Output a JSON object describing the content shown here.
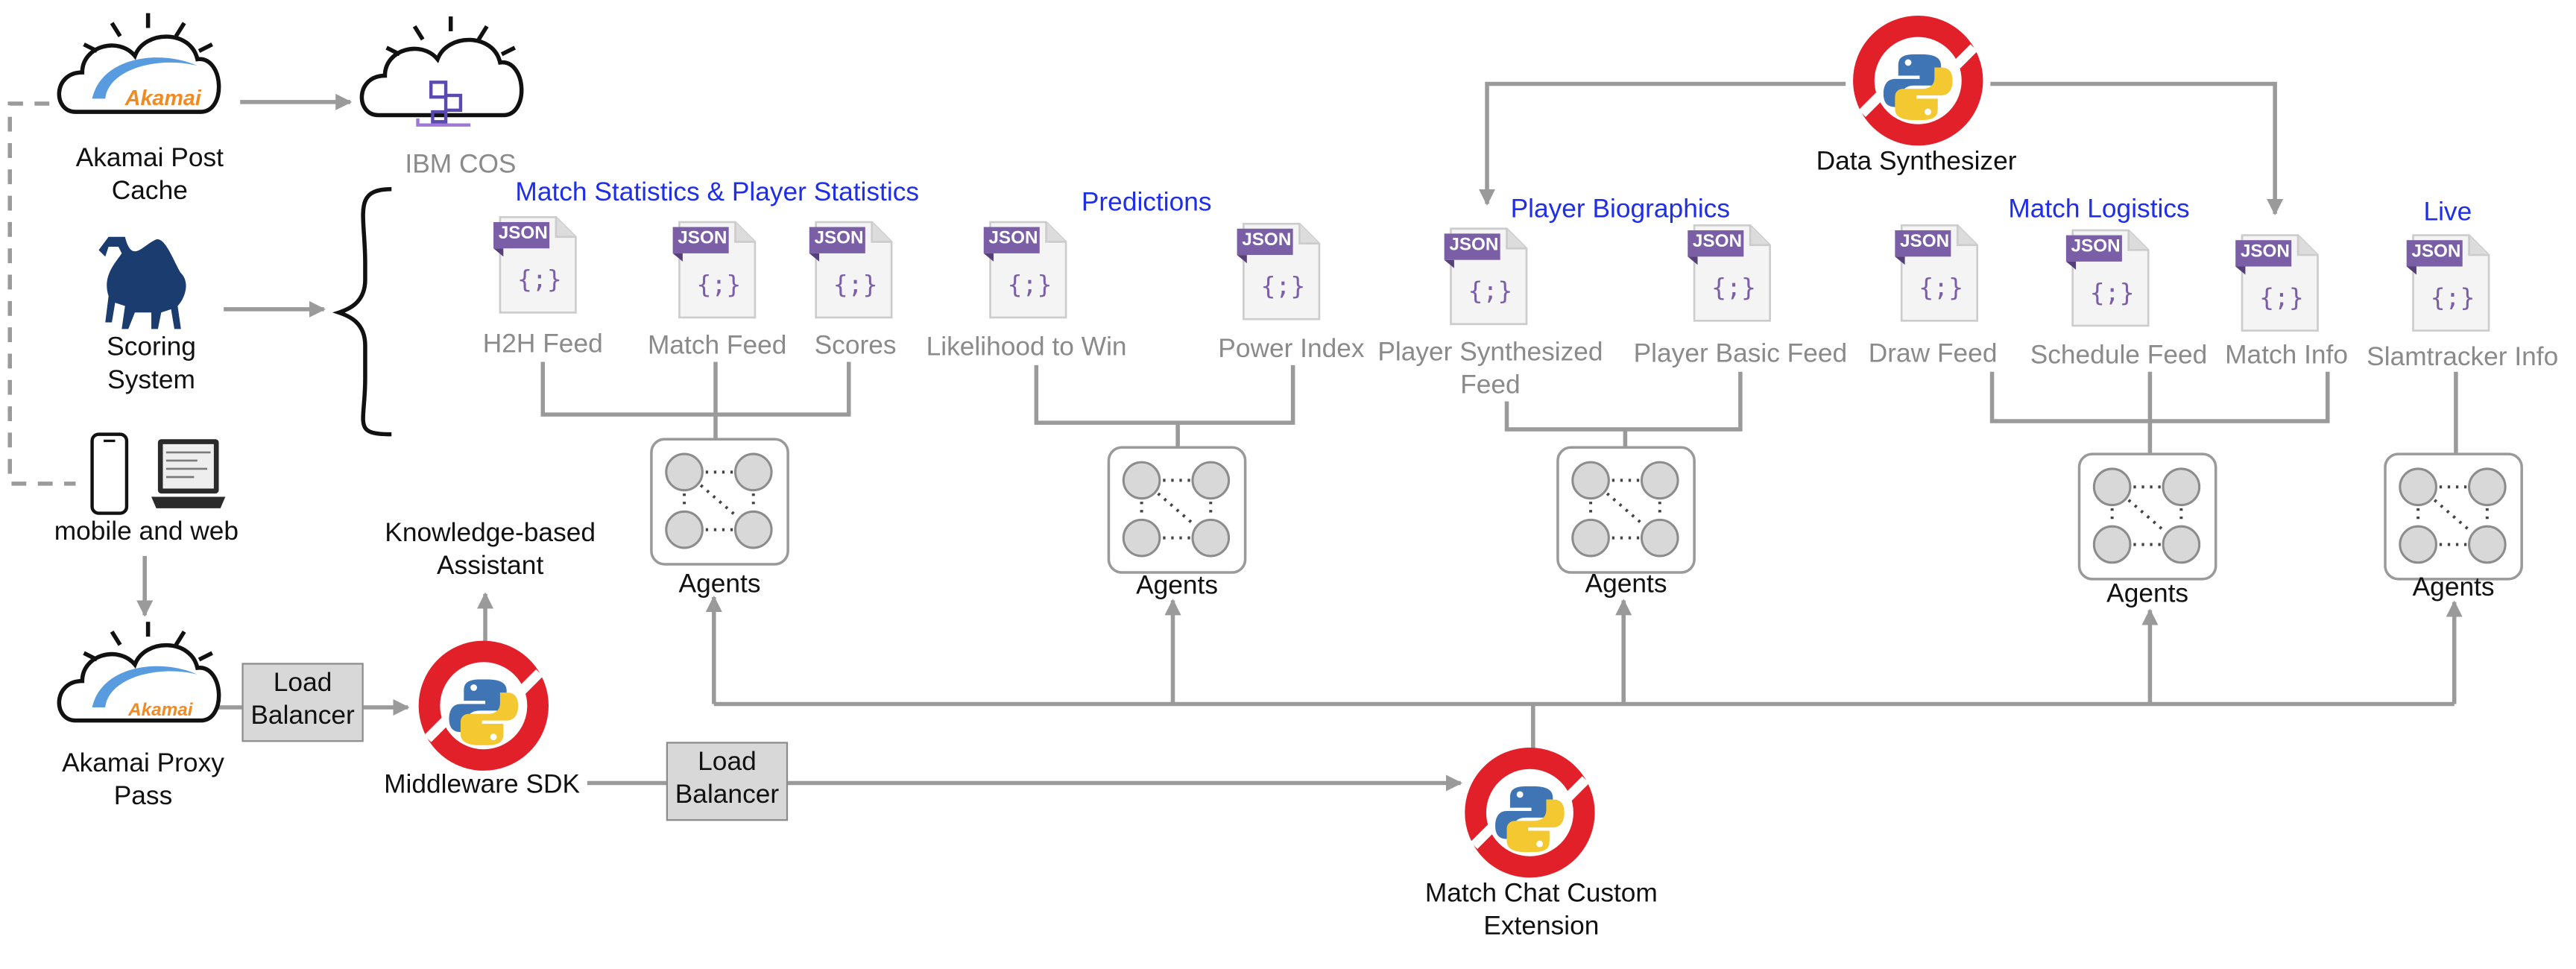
{
  "colors": {
    "line": "#9a9a9a",
    "heading": "#1f2ee8",
    "muted": "#8a8a8a",
    "text": "#111111",
    "python_ring": "#e1202a",
    "python_blue": "#3f74b5",
    "python_yellow": "#f4c830",
    "json_purple": "#7a5ea6",
    "cloud_orange": "#f08a24"
  },
  "icons": {
    "akamai_cloud": "akamai-cloud-icon",
    "ibm_cos": "ibm-cos-icon",
    "camel": "camel-icon",
    "phone": "mobile-phone-icon",
    "laptop": "laptop-icon",
    "python": "python-icon",
    "json_file": "json-file-icon",
    "agents": "agents-network-icon"
  },
  "sources": {
    "akamai_post_cache": "Akamai Post Cache",
    "akamai_logo_text": "Akamai",
    "ibm_cos": "IBM COS",
    "scoring_system": "Scoring System",
    "mobile_and_web": "mobile and web",
    "akamai_proxy_pass": "Akamai Proxy Pass",
    "load_balancer": "Load Balancer",
    "knowledge_assistant": "Knowledge-based Assistant",
    "middleware_sdk": "Middleware SDK",
    "match_chat": "Match Chat Custom Extension",
    "data_synthesizer": "Data Synthesizer"
  },
  "json_badge": "JSON",
  "json_glyph": "{;}",
  "groups": [
    {
      "title": "Match Statistics & Player Statistics",
      "feeds": [
        "H2H Feed",
        "Match Feed",
        "Scores"
      ],
      "agents_label": "Agents"
    },
    {
      "title": "Predictions",
      "feeds": [
        "Likelihood to Win",
        "Power Index"
      ],
      "agents_label": "Agents"
    },
    {
      "title": "Player Biographics",
      "feeds": [
        "Player Synthesized Feed",
        "Player Basic Feed"
      ],
      "agents_label": "Agents"
    },
    {
      "title": "Match Logistics",
      "feeds": [
        "Draw Feed",
        "Schedule Feed",
        "Match Info"
      ],
      "agents_label": "Agents"
    },
    {
      "title": "Live",
      "feeds": [
        "Slamtracker Info"
      ],
      "agents_label": "Agents"
    }
  ]
}
